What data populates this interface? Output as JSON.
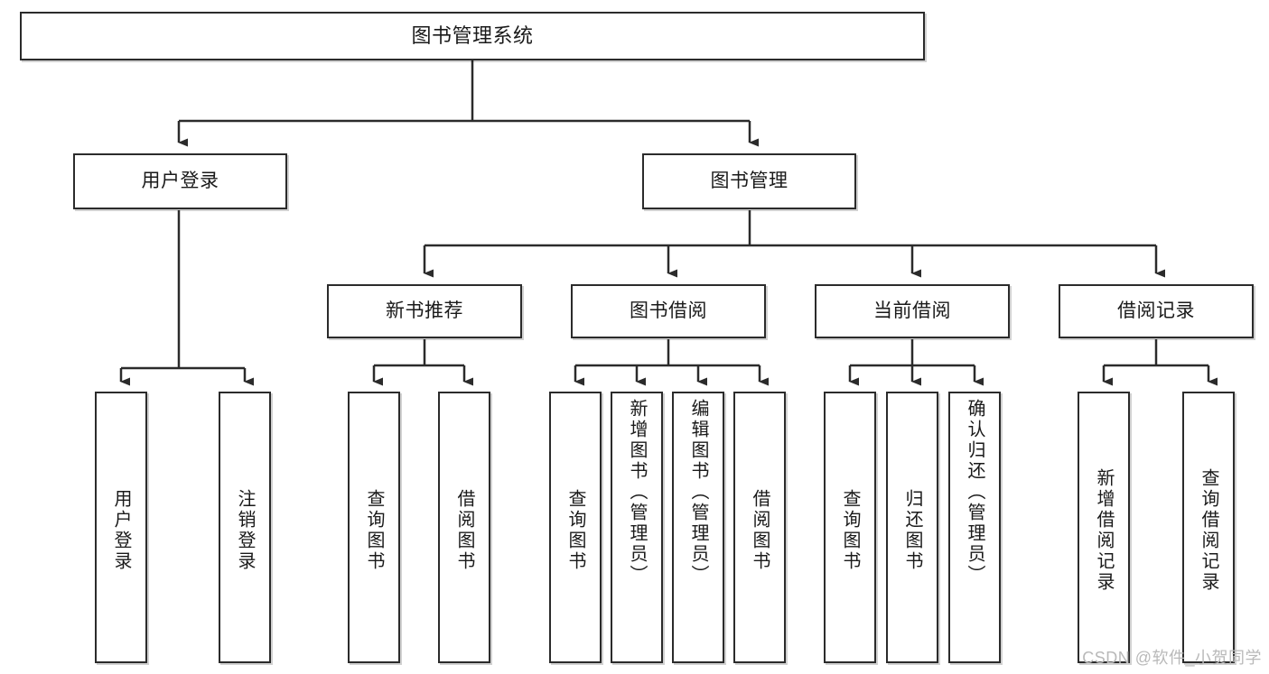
{
  "diagram": {
    "type": "tree-hierarchy",
    "title": "图书管理系统",
    "watermark": "CSDN @软件_小贺同学",
    "colors": {
      "box_border": "#2b2b2b",
      "box_fill": "#ffffff",
      "connector": "#2b2b2b",
      "text": "#1a1a1a",
      "watermark": "#b9b9b9"
    },
    "levels": {
      "root": {
        "label": "图书管理系统"
      },
      "level1": [
        {
          "id": "user-login",
          "label": "用户登录"
        },
        {
          "id": "book-management",
          "label": "图书管理"
        }
      ],
      "level2": [
        {
          "id": "new-book-recommend",
          "label": "新书推荐",
          "parent": "book-management"
        },
        {
          "id": "book-borrow",
          "label": "图书借阅",
          "parent": "book-management"
        },
        {
          "id": "current-borrow",
          "label": "当前借阅",
          "parent": "book-management"
        },
        {
          "id": "borrow-record",
          "label": "借阅记录",
          "parent": "book-management"
        }
      ],
      "leaves": {
        "user-login": [
          {
            "id": "leaf-user-login",
            "label": "用户登录"
          },
          {
            "id": "leaf-logout-login",
            "label": "注销登录"
          }
        ],
        "new-book-recommend": [
          {
            "id": "leaf-query-book-1",
            "label": "查询图书"
          },
          {
            "id": "leaf-borrow-book-1",
            "label": "借阅图书"
          }
        ],
        "book-borrow": [
          {
            "id": "leaf-query-book-2",
            "label": "查询图书"
          },
          {
            "id": "leaf-add-book",
            "label": "新增图书（管理员）"
          },
          {
            "id": "leaf-edit-book",
            "label": "编辑图书（管理员）"
          },
          {
            "id": "leaf-borrow-book-2",
            "label": "借阅图书"
          }
        ],
        "current-borrow": [
          {
            "id": "leaf-query-book-3",
            "label": "查询图书"
          },
          {
            "id": "leaf-return-book",
            "label": "归还图书"
          },
          {
            "id": "leaf-confirm-return",
            "label": "确认归还（管理员）"
          }
        ],
        "borrow-record": [
          {
            "id": "leaf-add-record",
            "label": "新增借阅记录"
          },
          {
            "id": "leaf-query-record",
            "label": "查询借阅记录"
          }
        ]
      }
    }
  }
}
